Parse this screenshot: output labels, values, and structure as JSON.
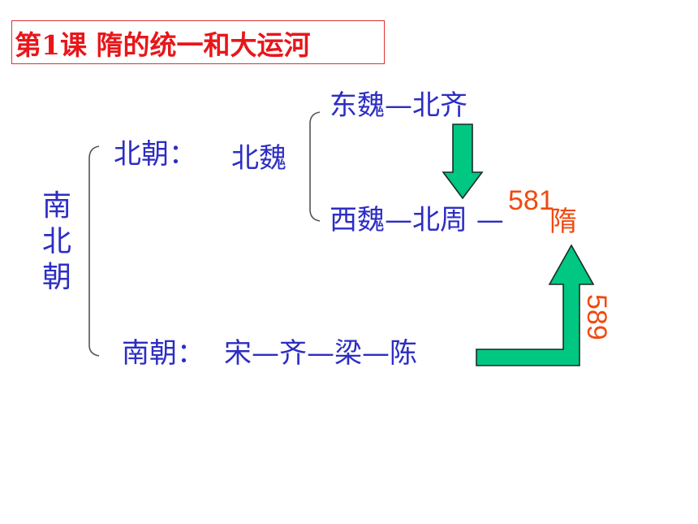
{
  "title": "第1课  隋的统一和大运河",
  "nanbeichao": [
    "南",
    "北",
    "朝"
  ],
  "north": {
    "label": "北朝：",
    "origin": "北魏",
    "east": "东魏—北齐",
    "west": "西魏—北周 —",
    "sui": "隋"
  },
  "south": {
    "label": "南朝：",
    "sequence": "宋—齐—梁—陈"
  },
  "years": {
    "sui_founded": "581",
    "south_unified": "589"
  },
  "colors": {
    "title": "#e8161a",
    "text": "#2d2dc4",
    "accent": "#f04a10",
    "arrow_fill": "#00c781",
    "arrow_stroke": "#1a2a2a"
  }
}
